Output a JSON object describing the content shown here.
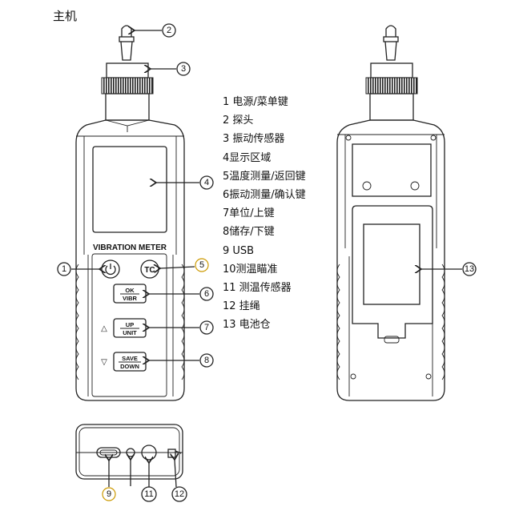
{
  "title": "主机",
  "device_label": "VIBRATION METER",
  "buttons": {
    "power_symbol": "⏻",
    "tc": "TC",
    "ok_top": "OK",
    "ok_bottom": "VIBR",
    "up_top": "UP",
    "up_bottom": "UNIT",
    "save_top": "SAVE",
    "save_bottom": "DOWN",
    "up_arrow": "△",
    "down_arrow": "▽"
  },
  "callouts": {
    "c1": "1",
    "c2": "2",
    "c3": "3",
    "c4": "4",
    "c5": "5",
    "c6": "6",
    "c7": "7",
    "c8": "8",
    "c9": "9",
    "c11": "11",
    "c12": "12",
    "c13": "13"
  },
  "legend": [
    "1 电源/菜单键",
    "2 探头",
    "3 振动传感器",
    "4显示区域",
    "5温度测量/返回键",
    "6振动测量/确认键",
    "7单位/上键",
    "8储存/下键",
    "9 USB",
    "10测温瞄准",
    "11 测温传感器",
    "12 挂绳",
    "13 电池仓"
  ]
}
